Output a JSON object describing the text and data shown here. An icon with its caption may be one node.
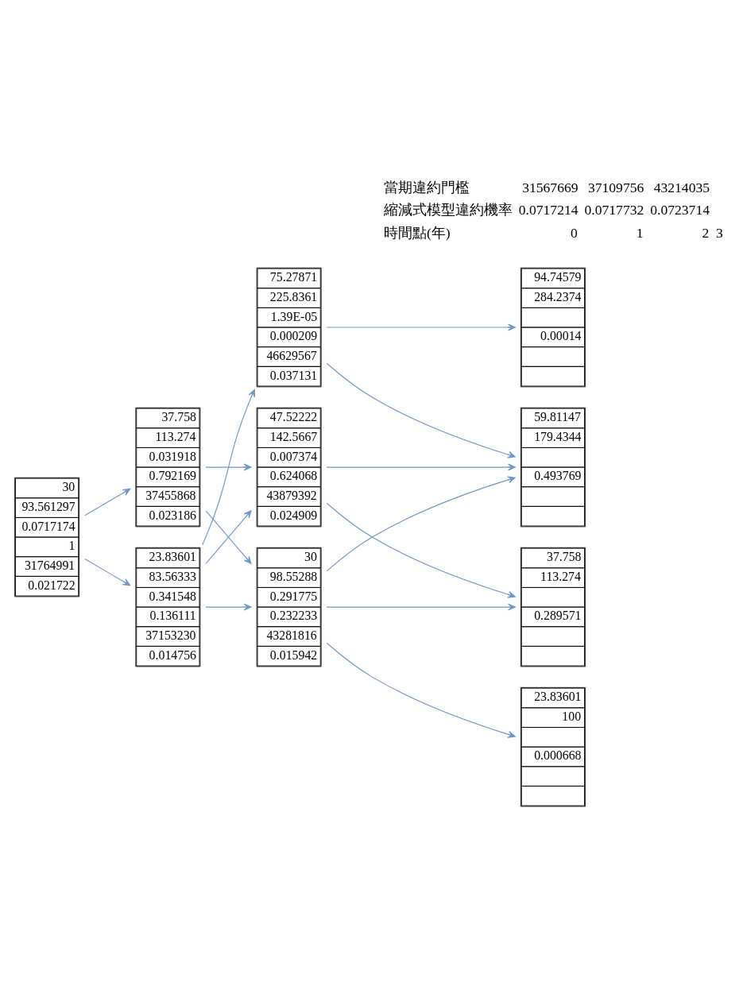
{
  "diagram": {
    "nodes": [
      {
        "text": [
          "30",
          "93.561297",
          "0.0717174",
          "1",
          "31764991",
          "0.021722"
        ]
      },
      {
        "text": [
          "37.758",
          "113.274",
          "0.031918",
          "0.792169",
          "37455868",
          "0.023186"
        ]
      },
      {
        "text": [
          "23.83601",
          "83.56333",
          "0.341548",
          "0.136111",
          "37153230",
          "0.014756"
        ]
      },
      {
        "text": [
          "75.27871",
          "225.8361",
          "1.39E-05",
          "0.000209",
          "46629567",
          "0.037131"
        ]
      },
      {
        "text": [
          "47.52222",
          "142.5667",
          "0.007374",
          "0.624068",
          "43879392",
          "0.024909"
        ]
      },
      {
        "text": [
          "30",
          "98.55288",
          "0.291775",
          "0.232233",
          "43281816",
          "0.015942"
        ]
      },
      {
        "text": [
          "94.74579",
          "284.2374",
          "0.00014"
        ]
      },
      {
        "text": [
          "59.81147",
          "179.4344",
          "0.493769"
        ]
      },
      {
        "text": [
          "37.758",
          "113.274",
          "0.289571"
        ]
      },
      {
        "text": [
          "23.83601",
          "100",
          "0.000668"
        ]
      }
    ],
    "edges": [
      {
        "from": 0,
        "to": 1,
        "arrow": "to"
      },
      {
        "from": 0,
        "to": 2,
        "arrow": "to"
      },
      {
        "from": 1,
        "to": 4,
        "arrow": "to"
      },
      {
        "from": 1,
        "to": 5,
        "arrow": "to"
      },
      {
        "from": 2,
        "to": 3,
        "arrow": "to"
      },
      {
        "from": 2,
        "to": 4,
        "arrow": "to"
      },
      {
        "from": 2,
        "to": 5,
        "arrow": "to"
      },
      {
        "from": 3,
        "to": 6,
        "arrow": "to"
      },
      {
        "from": 3,
        "to": 7,
        "arrow": "to"
      },
      {
        "from": 4,
        "to": 7,
        "arrow": "to"
      },
      {
        "from": 4,
        "to": 8,
        "arrow": "to"
      },
      {
        "from": 5,
        "to": 7,
        "arrow": "to"
      },
      {
        "from": 5,
        "to": 8,
        "arrow": "to"
      },
      {
        "from": 5,
        "to": 9,
        "arrow": "to"
      }
    ],
    "labels": [
      "當期違約門檻",
      "31567669",
      "37109756",
      "43214035",
      "縮減式模型違約機率",
      "0.0717214",
      "0.0717732",
      "0.0723714",
      "時間點(年)",
      "0",
      "1",
      "2",
      "3"
    ]
  }
}
